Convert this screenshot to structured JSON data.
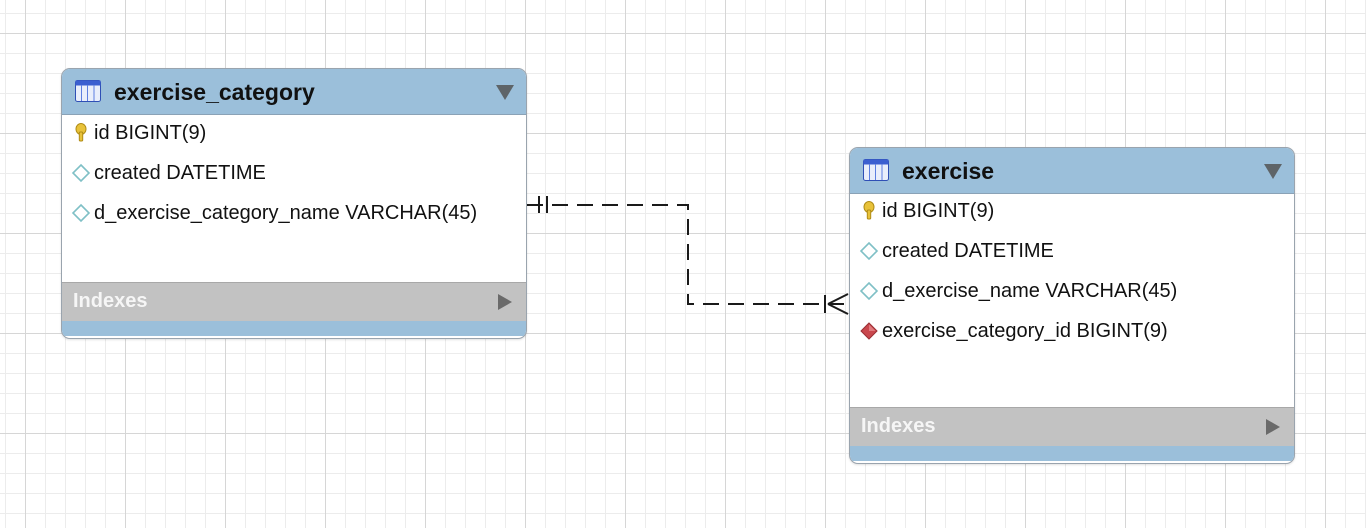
{
  "tables": [
    {
      "name": "exercise_category",
      "columns": [
        {
          "label": "id BIGINT(9)",
          "icon": "primary-key-icon"
        },
        {
          "label": "created DATETIME",
          "icon": "column-diamond-icon"
        },
        {
          "label": "d_exercise_category_name VARCHAR(45)",
          "icon": "column-diamond-icon"
        }
      ],
      "indexes_label": "Indexes"
    },
    {
      "name": "exercise",
      "columns": [
        {
          "label": "id BIGINT(9)",
          "icon": "primary-key-icon"
        },
        {
          "label": "created DATETIME",
          "icon": "column-diamond-icon"
        },
        {
          "label": "d_exercise_name VARCHAR(45)",
          "icon": "column-diamond-icon"
        },
        {
          "label": "exercise_category_id BIGINT(9)",
          "icon": "foreign-key-diamond-icon"
        }
      ],
      "indexes_label": "Indexes"
    }
  ],
  "relationship": {
    "from": "exercise_category",
    "to": "exercise",
    "from_end": "one-and-only-one",
    "to_end": "one-or-many",
    "line_style": "dashed"
  },
  "colors": {
    "header": "#9bbfda",
    "indexes_bar": "#c2c2c2",
    "key_icon": "#e8c23a",
    "column_icon": "#7fc0c6",
    "fk_icon": "#c9474d"
  }
}
